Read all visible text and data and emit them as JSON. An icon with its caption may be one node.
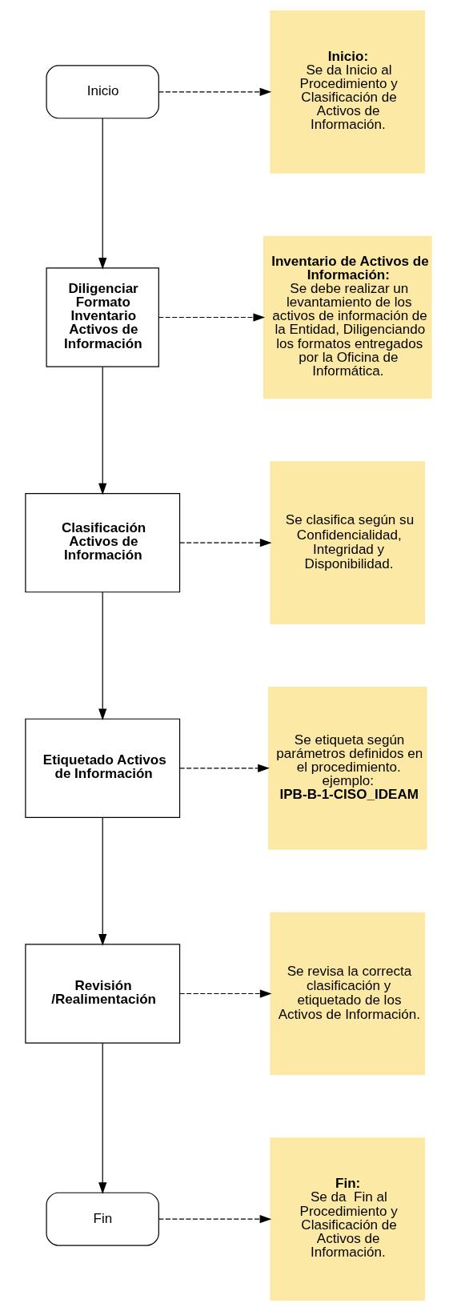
{
  "diagram": {
    "nodes": [
      {
        "text": [
          "Inicio"
        ]
      },
      {
        "text": [
          "Inicio:",
          "Se da Inicio al Procedimiento y Clasificación de Activos de Información."
        ]
      },
      {
        "text": [
          "Diligenciar Formato Inventario Activos de Información"
        ]
      },
      {
        "text": [
          "Inventario de Activos de Información:",
          "Se debe realizar un levantamiento de los activos de información de la Entidad, Diligenciando los formatos entregados por la Oficina de Informática."
        ]
      },
      {
        "text": [
          "Clasificación Activos de Información"
        ]
      },
      {
        "text": [
          "Se clasifica según su Confidencialidad, Integridad y Disponibilidad."
        ]
      },
      {
        "text": [
          "Etiquetado Activos de Información"
        ]
      },
      {
        "text": [
          "Se etiqueta según parámetros definidos en el procedimiento. ejemplo:",
          "IPB-B-1-CISO_IDEAM"
        ]
      },
      {
        "text": [
          "Revisión /Realimentación"
        ]
      },
      {
        "text": [
          "Se revisa la correcta clasificación y etiquetado de los Activos de Información."
        ]
      },
      {
        "text": [
          "Fin"
        ]
      },
      {
        "text": [
          "Fin:",
          "Se da  Fin al Procedimiento y Clasificación de Activos de Información."
        ]
      }
    ],
    "edges": [
      {
        "from": 0,
        "to": 1,
        "arrow": "to",
        "style": "dashed"
      },
      {
        "from": 0,
        "to": 2,
        "arrow": "to"
      },
      {
        "from": 2,
        "to": 3,
        "arrow": "to",
        "style": "dashed"
      },
      {
        "from": 2,
        "to": 4,
        "arrow": "to"
      },
      {
        "from": 4,
        "to": 5,
        "arrow": "to",
        "style": "dashed"
      },
      {
        "from": 4,
        "to": 6,
        "arrow": "to"
      },
      {
        "from": 6,
        "to": 7,
        "arrow": "to",
        "style": "dashed"
      },
      {
        "from": 6,
        "to": 8,
        "arrow": "to"
      },
      {
        "from": 8,
        "to": 9,
        "arrow": "to",
        "style": "dashed"
      },
      {
        "from": 8,
        "to": 10,
        "arrow": "to"
      },
      {
        "from": 10,
        "to": 11,
        "arrow": "to",
        "style": "dashed"
      }
    ]
  }
}
